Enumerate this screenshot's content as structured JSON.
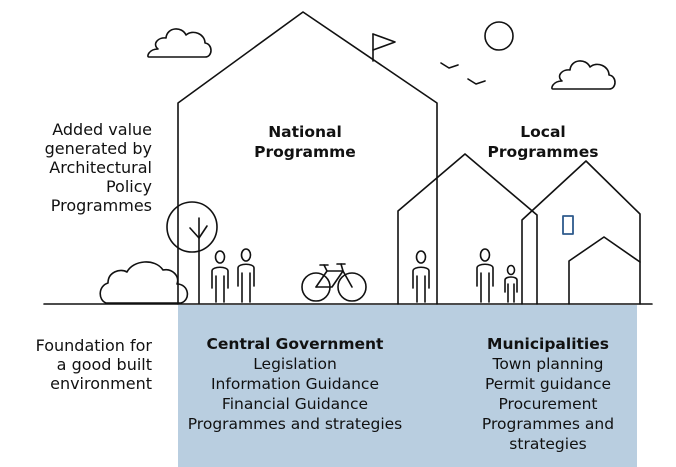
{
  "left_labels": {
    "added_value": [
      "Added value",
      "generated by",
      "Architectural",
      "Policy",
      "Programmes"
    ],
    "foundation": [
      "Foundation for",
      "a good built",
      "environment"
    ]
  },
  "houses": {
    "national": [
      "National",
      "Programme"
    ],
    "local": [
      "Local",
      "Programmes"
    ]
  },
  "central_government": {
    "title": "Central Government",
    "items": [
      "Legislation",
      "Information Guidance",
      "Financial Guidance",
      "Programmes and strategies"
    ]
  },
  "municipalities": {
    "title": "Municipalities",
    "items": [
      "Town planning",
      "Permit guidance",
      "Procurement",
      "Programmes and",
      "strategies"
    ]
  },
  "colors": {
    "foundation_fill": "#b9cee0",
    "line": "#111111",
    "window_accent": "#2e5a8c"
  }
}
